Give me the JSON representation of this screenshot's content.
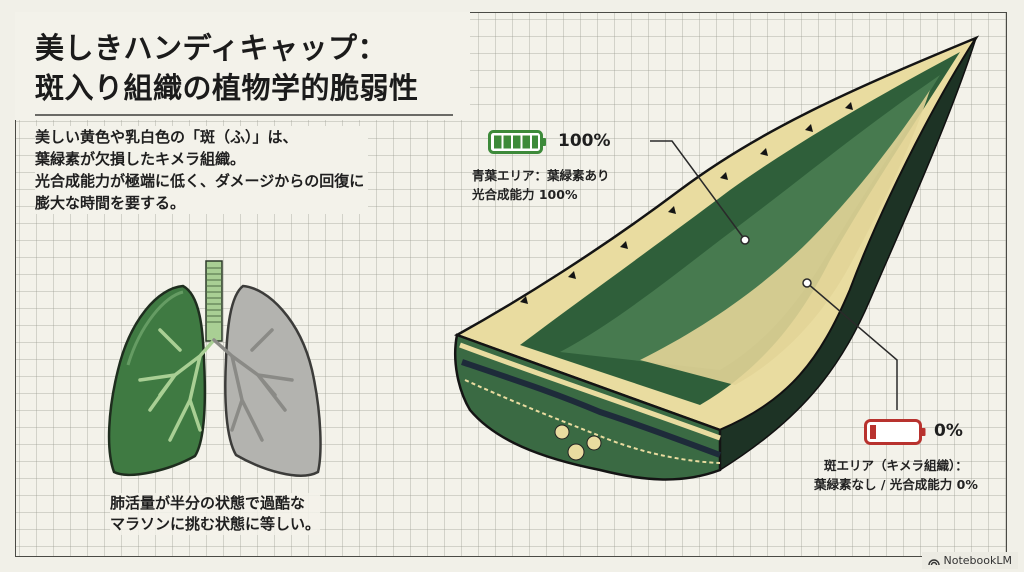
{
  "header": {
    "title_line1": "美しきハンディキャップ：",
    "title_line2": "斑入り組織の植物学的脆弱性"
  },
  "intro": {
    "lines": [
      "美しい黄色や乳白色の「斑（ふ）」は、",
      "葉緑素が欠損したキメラ組織。",
      "光合成能力が極端に低く、ダメージからの回復に",
      "膨大な時間を要する。"
    ]
  },
  "lungs": {
    "icon": "lungs-illustration",
    "left_color": "#3f7a42",
    "right_color": "#a8a8a4",
    "caption_lines": [
      "肺活量が半分の状態で過酷な",
      "マラソンに挑む状態に等しい。"
    ]
  },
  "leaf": {
    "icon": "variegated-leaf-cross-section",
    "green_color": "#2f5f3a",
    "yellow_color": "#e9dca0"
  },
  "callouts": {
    "green": {
      "icon": "battery-full-icon",
      "color": "#3d8a3a",
      "percent": "100%",
      "line1": "青葉エリア：葉緑素あり",
      "line2": "光合成能力 100%"
    },
    "red": {
      "icon": "battery-empty-icon",
      "color": "#b8322e",
      "percent": "0%",
      "line1": "斑エリア（キメラ組織）：",
      "line2": "葉緑素なし / 光合成能力 0%"
    }
  },
  "watermark": {
    "icon": "notebooklm-icon",
    "label": "NotebookLM"
  }
}
